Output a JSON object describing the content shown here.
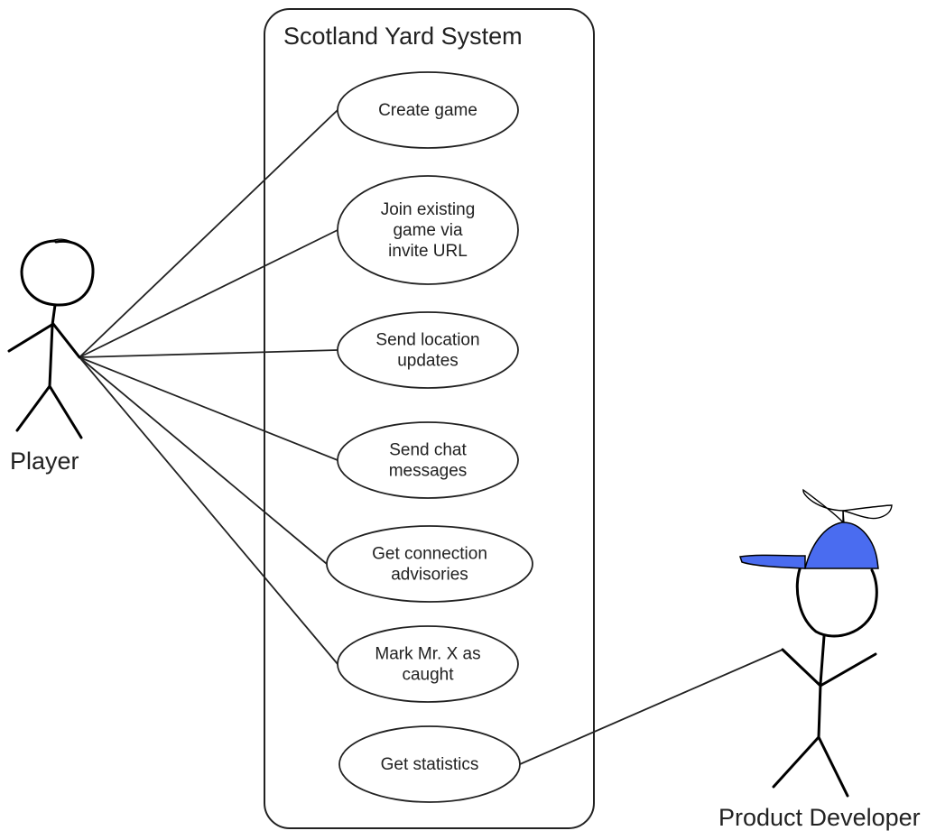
{
  "system": {
    "title": "Scotland Yard System"
  },
  "actors": {
    "player": {
      "label": "Player"
    },
    "developer": {
      "label": "Product Developer",
      "cap_color": "#4a6cf0"
    }
  },
  "use_cases": [
    {
      "id": "create-game",
      "lines": [
        "Create game"
      ]
    },
    {
      "id": "join-existing-game",
      "lines": [
        "Join existing",
        "game via",
        "invite URL"
      ]
    },
    {
      "id": "send-location-updates",
      "lines": [
        "Send location",
        "updates"
      ]
    },
    {
      "id": "send-chat-messages",
      "lines": [
        "Send chat",
        "messages"
      ]
    },
    {
      "id": "get-connection-advisories",
      "lines": [
        "Get connection",
        "advisories"
      ]
    },
    {
      "id": "mark-mr-x-caught",
      "lines": [
        "Mark Mr. X as",
        "caught"
      ]
    },
    {
      "id": "get-statistics",
      "lines": [
        "Get statistics"
      ]
    }
  ],
  "associations": [
    {
      "from": "player",
      "to": "create-game"
    },
    {
      "from": "player",
      "to": "join-existing-game"
    },
    {
      "from": "player",
      "to": "send-location-updates"
    },
    {
      "from": "player",
      "to": "send-chat-messages"
    },
    {
      "from": "player",
      "to": "get-connection-advisories"
    },
    {
      "from": "player",
      "to": "mark-mr-x-caught"
    },
    {
      "from": "developer",
      "to": "get-statistics"
    }
  ]
}
